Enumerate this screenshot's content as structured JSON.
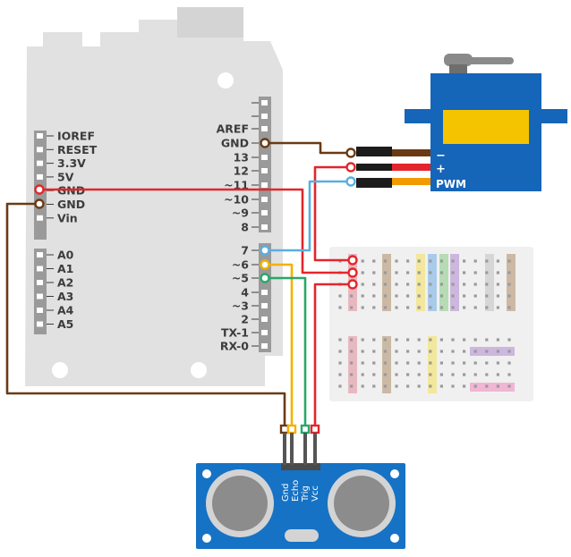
{
  "arduino": {
    "left_power_labels": [
      "IOREF",
      "RESET",
      "3.3V",
      "5V",
      "GND",
      "GND",
      "Vin"
    ],
    "left_analog_labels": [
      "A0",
      "A1",
      "A2",
      "A3",
      "A4",
      "A5"
    ],
    "right_digital_labels": [
      "AREF",
      "GND",
      "13",
      "12",
      "~11",
      "~10",
      "~9",
      "8",
      "7",
      "~6",
      "~5",
      "4",
      "~3",
      "2",
      "TX-1",
      "RX-0"
    ]
  },
  "servo": {
    "pin_labels": [
      "−",
      "+",
      "PWM"
    ]
  },
  "sensor": {
    "pin_labels": [
      "Gnd",
      "Echo",
      "Trig",
      "Vcc"
    ]
  },
  "colors": {
    "board": "#e1e1e1",
    "servo_body": "#1565b8",
    "servo_window": "#f5c400",
    "sensor_board": "#1672c4",
    "wire_brown": "#6b3a14",
    "wire_red": "#e2262c",
    "wire_blue": "#5aaee2",
    "wire_yellow": "#f2b200",
    "wire_green": "#27a86a",
    "breadboard": "#f0f0f0"
  }
}
